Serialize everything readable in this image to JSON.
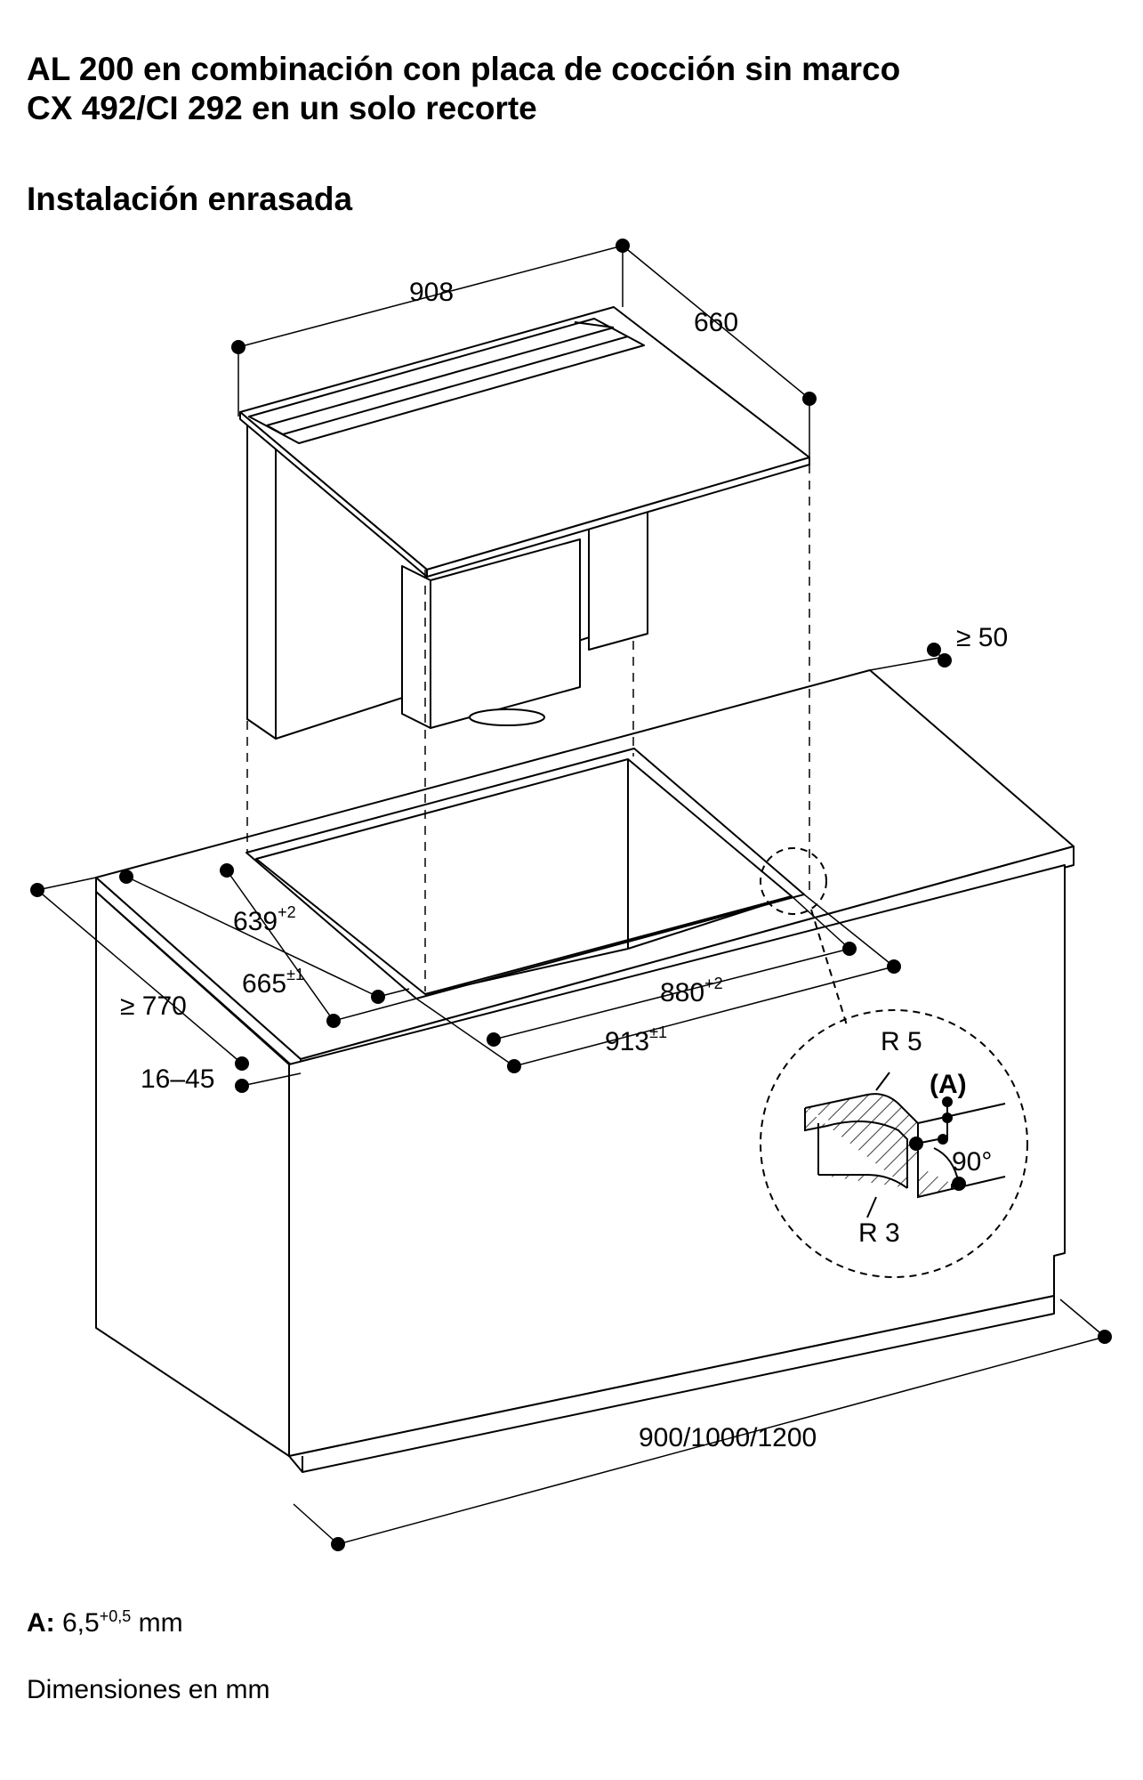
{
  "header": {
    "title_line1": "AL 200 en combinación con placa de cocción sin marco",
    "title_line2": "CX 492/CI 292 en un solo recorte",
    "subtitle": "Instalación enrasada"
  },
  "dimensions": {
    "width_top": "908",
    "depth_top": "660",
    "clearance_back": "≥ 50",
    "cutout_depth": "639",
    "cutout_depth_tol": "+2",
    "cutout_depth_outer": "665",
    "cutout_depth_outer_tol": "±1",
    "cutout_width": "880",
    "cutout_width_tol": "+2",
    "cutout_width_outer": "913",
    "cutout_width_outer_tol": "±1",
    "counter_depth": "≥ 770",
    "counter_thickness": "16–45",
    "cabinet_width": "900/1000/1200"
  },
  "detail": {
    "radius_top": "R 5",
    "radius_bottom": "R 3",
    "label_a": "(A)",
    "angle": "90°"
  },
  "notes": {
    "a_label": "A:",
    "a_value": "6,5",
    "a_tol": "+0,5",
    "a_unit": "mm",
    "units": "Dimensiones en mm"
  }
}
